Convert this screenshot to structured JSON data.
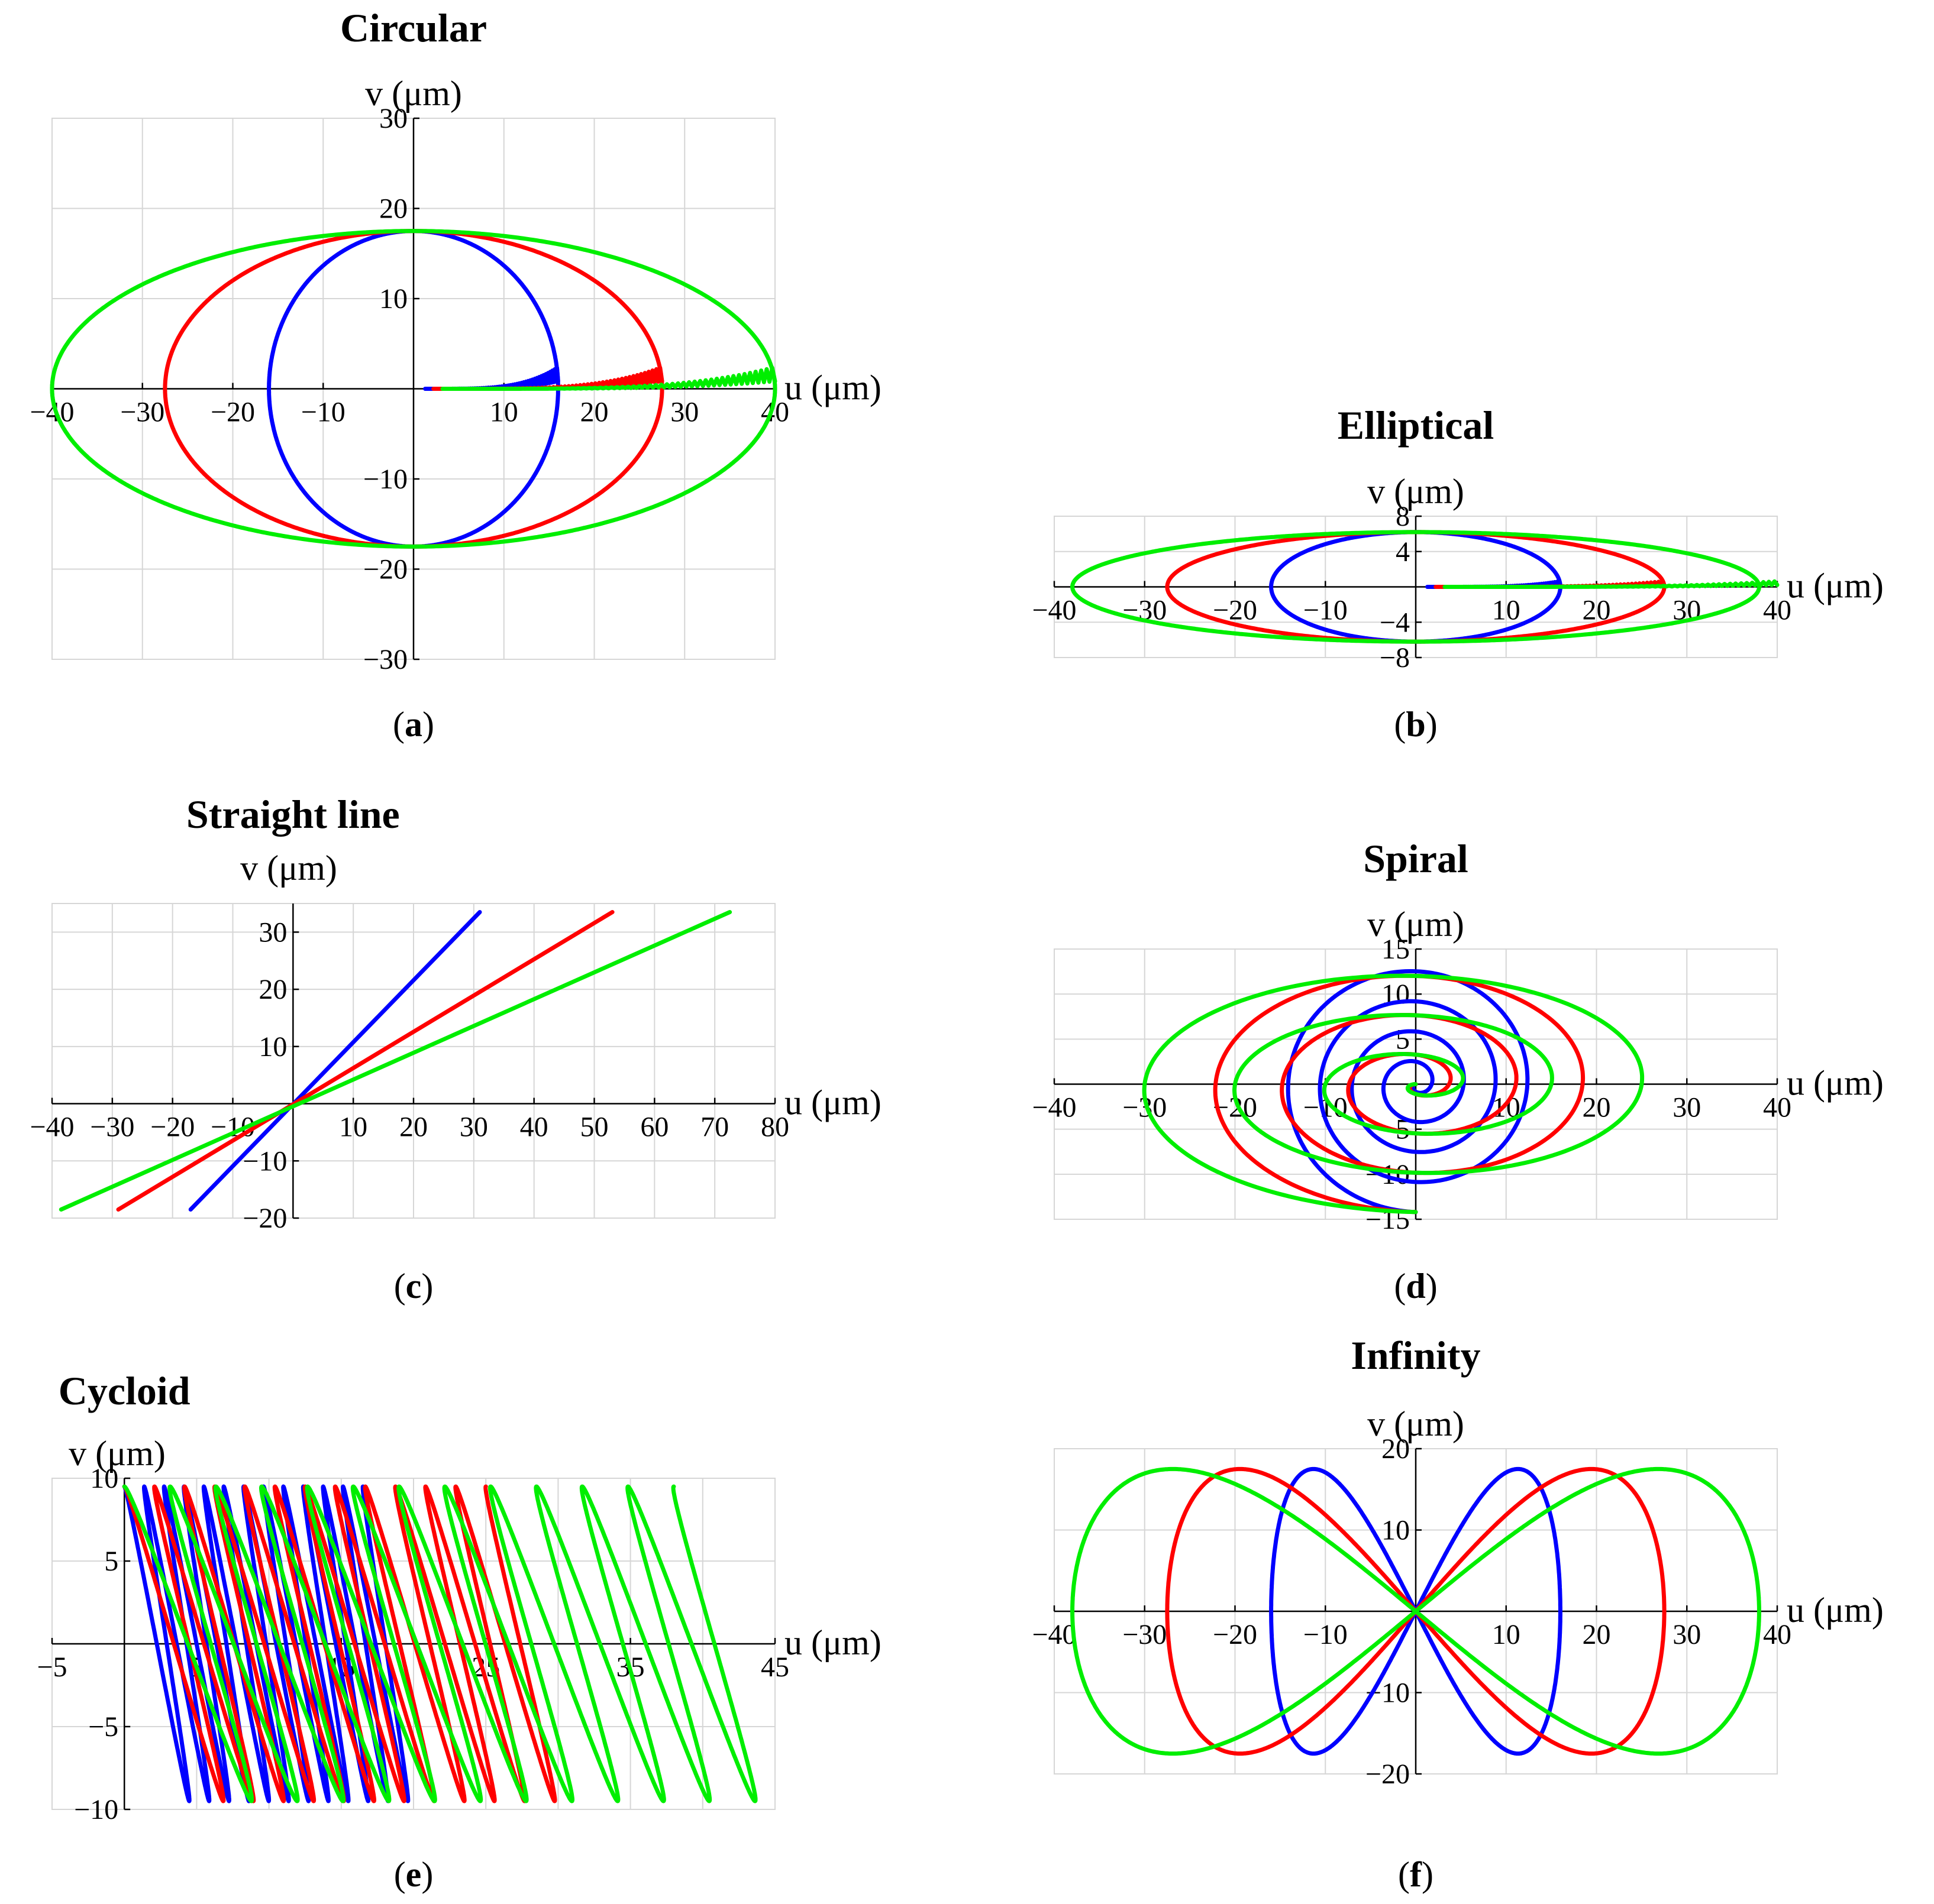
{
  "colors": {
    "blue": "#0000ff",
    "red": "#ff0000",
    "green": "#00ee00"
  },
  "chart_data": [
    {
      "id": "a",
      "type": "line",
      "title": "Circular",
      "caption": "a",
      "xlabel": "u (μm)",
      "ylabel": "v (μm)",
      "xlim": [
        -40,
        40
      ],
      "ylim": [
        -30,
        30
      ],
      "xticks": [
        -40,
        -30,
        -20,
        -10,
        10,
        20,
        30,
        40
      ],
      "yticks": [
        -30,
        -20,
        -10,
        10,
        20,
        30
      ],
      "grid_x": [
        -40,
        -30,
        -20,
        -10,
        0,
        10,
        20,
        30,
        40
      ],
      "grid_y": [
        -30,
        -20,
        -10,
        0,
        10,
        20,
        30
      ],
      "series": [
        {
          "color": "blue",
          "shape": "ellipse",
          "a": 16,
          "b": 17.5,
          "transient_to": 16
        },
        {
          "color": "red",
          "shape": "ellipse",
          "a": 27.5,
          "b": 17.5,
          "transient_to": 27.5
        },
        {
          "color": "green",
          "shape": "ellipse",
          "a": 40,
          "b": 17.5,
          "transient_to": 40
        }
      ]
    },
    {
      "id": "b",
      "type": "line",
      "title": "Elliptical",
      "caption": "b",
      "xlabel": "u (μm)",
      "ylabel": "v (μm)",
      "xlim": [
        -40,
        40
      ],
      "ylim": [
        -8,
        8
      ],
      "xticks": [
        -40,
        -30,
        -20,
        -10,
        10,
        20,
        30,
        40
      ],
      "yticks": [
        -8,
        -4,
        4,
        8
      ],
      "grid_x": [
        -40,
        -30,
        -20,
        -10,
        0,
        10,
        20,
        30,
        40
      ],
      "grid_y": [
        -8,
        -4,
        0,
        4,
        8
      ],
      "series": [
        {
          "color": "blue",
          "shape": "ellipse",
          "a": 16,
          "b": 6.2,
          "transient_to": 16
        },
        {
          "color": "red",
          "shape": "ellipse",
          "a": 27.5,
          "b": 6.2,
          "transient_to": 27.5
        },
        {
          "color": "green",
          "shape": "ellipse",
          "a": 38,
          "b": 6.2,
          "transient_to": 40
        }
      ]
    },
    {
      "id": "c",
      "type": "line",
      "title": "Straight line",
      "caption": "c",
      "xlabel": "u (μm)",
      "ylabel": "v (μm)",
      "xlim": [
        -40,
        80
      ],
      "ylim": [
        -20,
        35
      ],
      "xticks": [
        -40,
        -30,
        -20,
        -10,
        10,
        20,
        30,
        40,
        50,
        60,
        70,
        80
      ],
      "yticks": [
        -20,
        -10,
        10,
        20,
        30
      ],
      "grid_x": [
        -40,
        -30,
        -20,
        -10,
        0,
        10,
        20,
        30,
        40,
        50,
        60,
        70,
        80
      ],
      "grid_y": [
        -20,
        -10,
        0,
        10,
        20,
        30
      ],
      "series": [
        {
          "color": "blue",
          "shape": "segment",
          "x": [
            -17,
            31
          ],
          "y": [
            -18.5,
            33.5
          ]
        },
        {
          "color": "red",
          "shape": "segment",
          "x": [
            -29,
            53
          ],
          "y": [
            -18.5,
            33.5
          ]
        },
        {
          "color": "green",
          "shape": "segment",
          "x": [
            -38.5,
            72.5
          ],
          "y": [
            -18.5,
            33.5
          ]
        }
      ]
    },
    {
      "id": "d",
      "type": "line",
      "title": "Spiral",
      "caption": "d",
      "xlabel": "u (μm)",
      "ylabel": "v (μm)",
      "xlim": [
        -40,
        40
      ],
      "ylim": [
        -15,
        15
      ],
      "xticks": [
        -40,
        -30,
        -20,
        -10,
        10,
        20,
        30,
        40
      ],
      "yticks": [
        -15,
        -10,
        -5,
        5,
        10,
        15
      ],
      "grid_x": [
        -40,
        -30,
        -20,
        -10,
        0,
        10,
        20,
        30,
        40
      ],
      "grid_y": [
        -15,
        -10,
        -5,
        0,
        5,
        10,
        15
      ],
      "series": [
        {
          "color": "blue",
          "shape": "spiral",
          "x_end": 15,
          "y_end": 14.2,
          "turns": 4.25
        },
        {
          "color": "red",
          "shape": "spiral",
          "x_end": 24,
          "y_end": 14.2,
          "turns": 3.25
        },
        {
          "color": "green",
          "shape": "spiral",
          "x_end": 32.5,
          "y_end": 14.2,
          "turns": 3.25
        }
      ]
    },
    {
      "id": "e",
      "type": "line",
      "title": "Cycloid",
      "caption": "e",
      "xlabel": "u (μm)",
      "ylabel": "v (μm)",
      "xlim": [
        -5,
        45
      ],
      "ylim": [
        -10,
        10
      ],
      "xticks": [
        -5,
        5,
        15,
        25,
        35,
        45
      ],
      "yticks": [
        -10,
        -5,
        5,
        10
      ],
      "grid_x": [
        -5,
        0,
        5,
        10,
        15,
        20,
        25,
        30,
        35,
        40,
        45
      ],
      "grid_y": [
        -10,
        -5,
        0,
        5,
        10
      ],
      "series": [
        {
          "color": "blue",
          "shape": "trochoid",
          "x_end": 16.5,
          "amp_x": 1.9,
          "amp_y": 9.5,
          "loops": 12
        },
        {
          "color": "red",
          "shape": "trochoid",
          "x_end": 25,
          "amp_x": 2.9,
          "amp_y": 9.5,
          "loops": 12
        },
        {
          "color": "green",
          "shape": "trochoid",
          "x_end": 38,
          "amp_x": 3.6,
          "amp_y": 9.5,
          "loops": 12
        }
      ]
    },
    {
      "id": "f",
      "type": "line",
      "title": "Infinity",
      "caption": "f",
      "xlabel": "u (μm)",
      "ylabel": "v (μm)",
      "xlim": [
        -40,
        40
      ],
      "ylim": [
        -20,
        20
      ],
      "xticks": [
        -40,
        -30,
        -20,
        -10,
        10,
        20,
        30,
        40
      ],
      "yticks": [
        -20,
        -10,
        10,
        20
      ],
      "grid_x": [
        -40,
        -30,
        -20,
        -10,
        0,
        10,
        20,
        30,
        40
      ],
      "grid_y": [
        -20,
        -10,
        0,
        10,
        20
      ],
      "series": [
        {
          "color": "blue",
          "shape": "figure8",
          "a": 16,
          "b": 17.5
        },
        {
          "color": "red",
          "shape": "figure8",
          "a": 27.5,
          "b": 17.5
        },
        {
          "color": "green",
          "shape": "figure8",
          "a": 38,
          "b": 17.5
        }
      ]
    }
  ]
}
